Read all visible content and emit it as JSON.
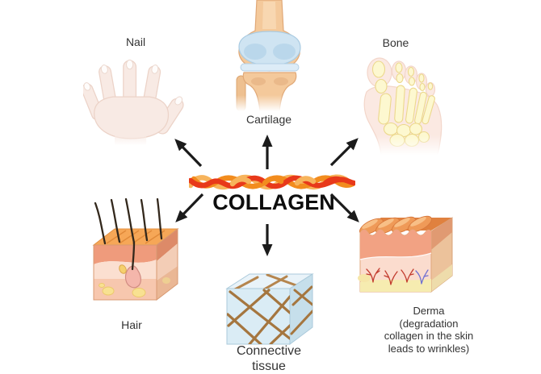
{
  "diagram": {
    "background": "#ffffff",
    "center": {
      "title": "COLLAGEN",
      "title_color": "#0d0d0d",
      "fiber_icon": "collagen-triple-helix-fiber",
      "fiber_colors": {
        "red": "#e8391a",
        "orange": "#f28c1e",
        "light": "#f7b45c"
      }
    },
    "nodes": {
      "nail": {
        "label": "Nail",
        "icon": "hand-illustration"
      },
      "cartilage": {
        "label": "Cartilage",
        "icon": "knee-joint-illustration"
      },
      "bone": {
        "label": "Bone",
        "icon": "foot-bones-illustration"
      },
      "hair": {
        "label": "Hair",
        "icon": "skin-hair-follicle-illustration"
      },
      "connective": {
        "lines": [
          "Connective",
          "tissue"
        ],
        "icon": "connective-tissue-cube-illustration"
      },
      "derma": {
        "lines": [
          "Derma",
          "(degradation",
          "collagen in the skin",
          "leads to wrinkles)"
        ],
        "icon": "wrinkled-skin-illustration"
      }
    },
    "arrows": [
      {
        "from": "collagen",
        "to": "nail"
      },
      {
        "from": "collagen",
        "to": "cartilage"
      },
      {
        "from": "collagen",
        "to": "bone"
      },
      {
        "from": "collagen",
        "to": "hair"
      },
      {
        "from": "collagen",
        "to": "connective-tissue"
      },
      {
        "from": "collagen",
        "to": "derma"
      }
    ],
    "arrow_color": "#1b1b1b",
    "label_color": "#333333"
  }
}
